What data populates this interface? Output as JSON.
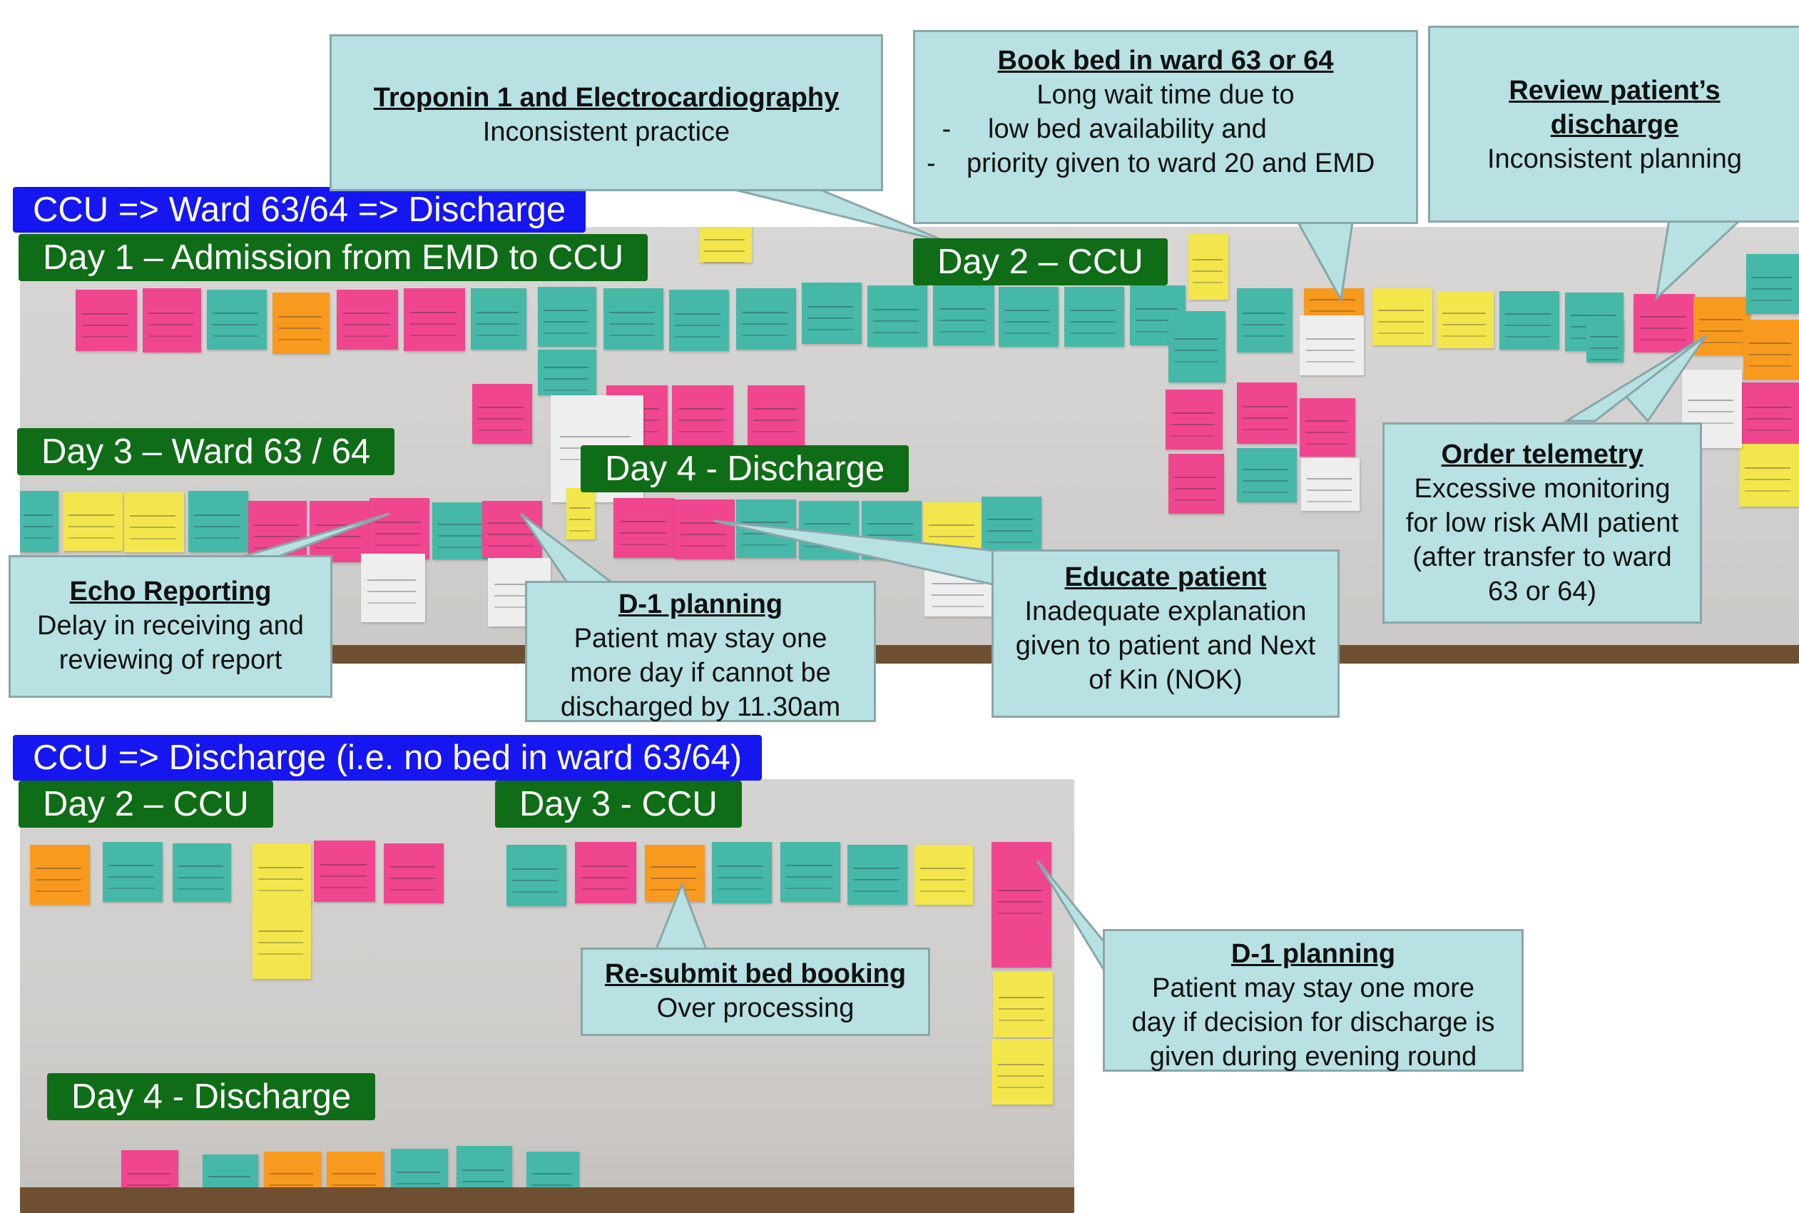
{
  "flow1": {
    "title": "CCU => Ward 63/64 => Discharge"
  },
  "flow2": {
    "title": "CCU => Discharge (i.e. no bed in ward 63/64)"
  },
  "days": {
    "d1": "Day 1 – Admission from EMD to CCU",
    "d2": "Day 2 –  CCU",
    "d3": "Day 3 – Ward 63 / 64",
    "d4": "Day 4 - Discharge",
    "b_d2": "Day 2 –  CCU",
    "b_d3": "Day 3 - CCU",
    "b_d4": "Day 4 - Discharge"
  },
  "callouts": {
    "troponin": {
      "title": "Troponin 1 and Electrocardiography",
      "lines": [
        "Inconsistent practice"
      ]
    },
    "bookbed": {
      "title": "Book bed in ward 63 or 64",
      "lines": [
        "Long wait time due to"
      ],
      "bullets": [
        "low bed availability and",
        "priority given to ward 20 and EMD"
      ]
    },
    "review": {
      "title_lines": [
        "Review patient’s",
        "discharge"
      ],
      "lines": [
        "Inconsistent planning"
      ]
    },
    "telemetry": {
      "title": "Order telemetry",
      "lines": [
        "Excessive monitoring",
        "for low risk AMI patient",
        "(after transfer to ward",
        "63 or 64)"
      ]
    },
    "echo": {
      "title": "Echo Reporting",
      "lines": [
        "Delay in receiving and",
        "reviewing of report"
      ]
    },
    "d1plan1": {
      "title": "D-1 planning",
      "lines": [
        "Patient may stay one",
        "more day if cannot be",
        "discharged by 11.30am"
      ]
    },
    "educate": {
      "title": "Educate patient",
      "lines": [
        "Inadequate explanation",
        "given to patient and Next",
        "of Kin (NOK)"
      ]
    },
    "resubmit": {
      "title": "Re-submit bed booking",
      "lines": [
        "Over processing"
      ]
    },
    "d1plan2": {
      "title": "D-1 planning",
      "lines": [
        "Patient may stay one more",
        "day if decision for discharge is",
        "given during evening round"
      ]
    }
  },
  "colors": {
    "flow_header": "#1616f0",
    "day_header": "#0f6d17",
    "callout_fill": "#b7e1e3",
    "callout_border": "#8aa6a9"
  }
}
